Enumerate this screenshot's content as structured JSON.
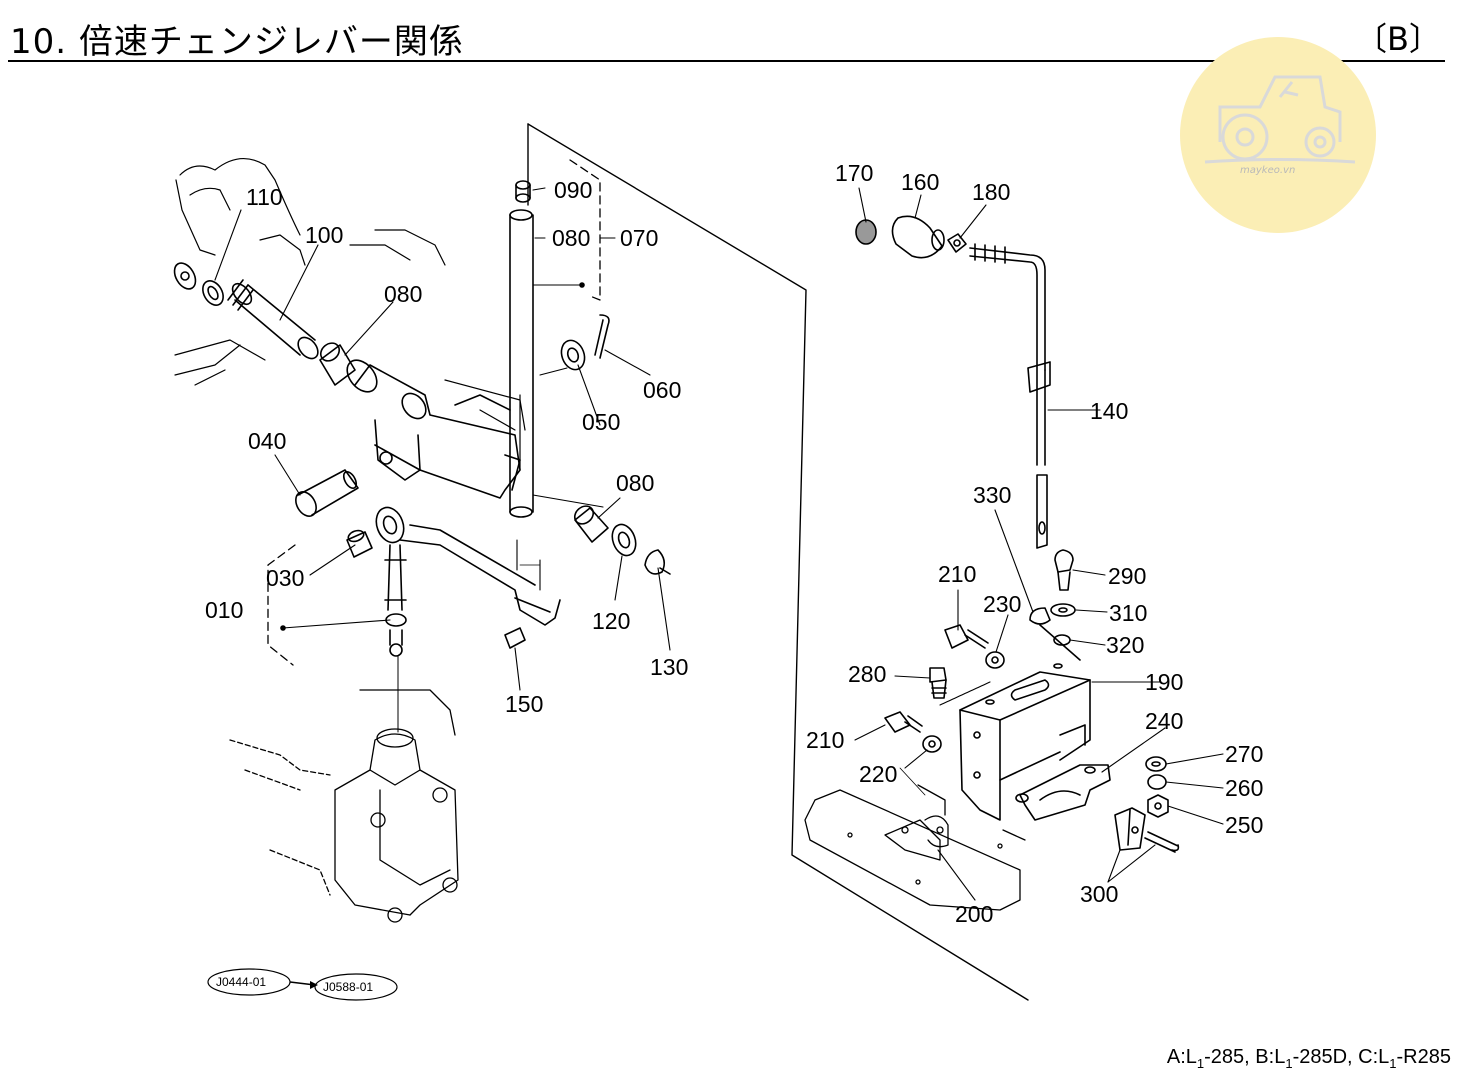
{
  "header": {
    "title": "10. 倍速チェンジレバー関係",
    "variant": "〔B〕"
  },
  "footer": {
    "models": [
      {
        "prefix": "A:L",
        "sub": "1",
        "suffix": "-285, "
      },
      {
        "prefix": "B:L",
        "sub": "1",
        "suffix": "-285D, "
      },
      {
        "prefix": "C:L",
        "sub": "1",
        "suffix": "-R285"
      }
    ]
  },
  "watermark": {
    "text": "maykeo.vn",
    "icon": "tractor-icon"
  },
  "refs": {
    "from": "J0444-01",
    "to": "J0588-01"
  },
  "parts": {
    "p010": "010",
    "p030": "030",
    "p040": "040",
    "p050": "050",
    "p060": "060",
    "p070": "070",
    "p080a": "080",
    "p080b": "080",
    "p080c": "080",
    "p090": "090",
    "p100": "100",
    "p110": "110",
    "p120": "120",
    "p130": "130",
    "p140": "140",
    "p150": "150",
    "p160": "160",
    "p170": "170",
    "p180": "180",
    "p190": "190",
    "p200": "200",
    "p210a": "210",
    "p210b": "210",
    "p220": "220",
    "p230": "230",
    "p240": "240",
    "p250": "250",
    "p260": "260",
    "p270": "270",
    "p280": "280",
    "p290": "290",
    "p300": "300",
    "p310": "310",
    "p320": "320",
    "p330": "330"
  }
}
